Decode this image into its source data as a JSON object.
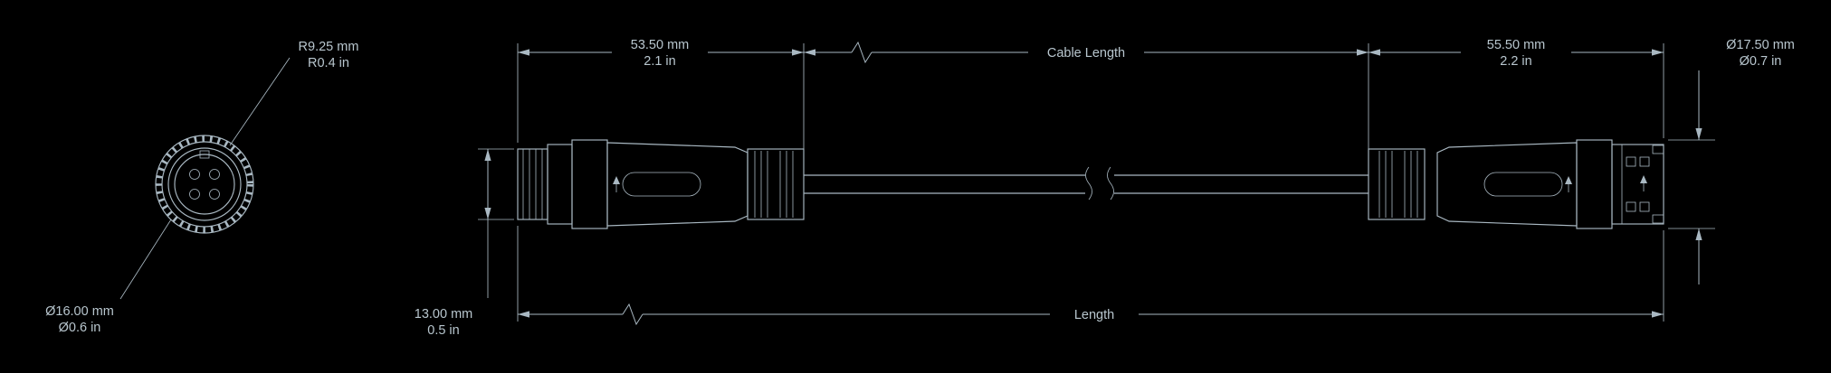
{
  "colors": {
    "background": "#000000",
    "line": "#a9b8c2",
    "text": "#b8c6ce"
  },
  "front_view": {
    "radius_mm": "R9.25 mm",
    "radius_in": "R0.4 in",
    "diameter_mm": "Ø16.00 mm",
    "diameter_in": "Ø0.6 in"
  },
  "dimensions": {
    "left_connector_mm": "53.50 mm",
    "left_connector_in": "2.1 in",
    "cable_length": "Cable Length",
    "right_connector_mm": "55.50 mm",
    "right_connector_in": "2.2 in",
    "connector_diameter_mm": "Ø17.50 mm",
    "connector_diameter_in": "Ø0.7 in",
    "rear_diameter_mm": "13.00 mm",
    "rear_diameter_in": "0.5 in",
    "overall_length": "Length"
  }
}
